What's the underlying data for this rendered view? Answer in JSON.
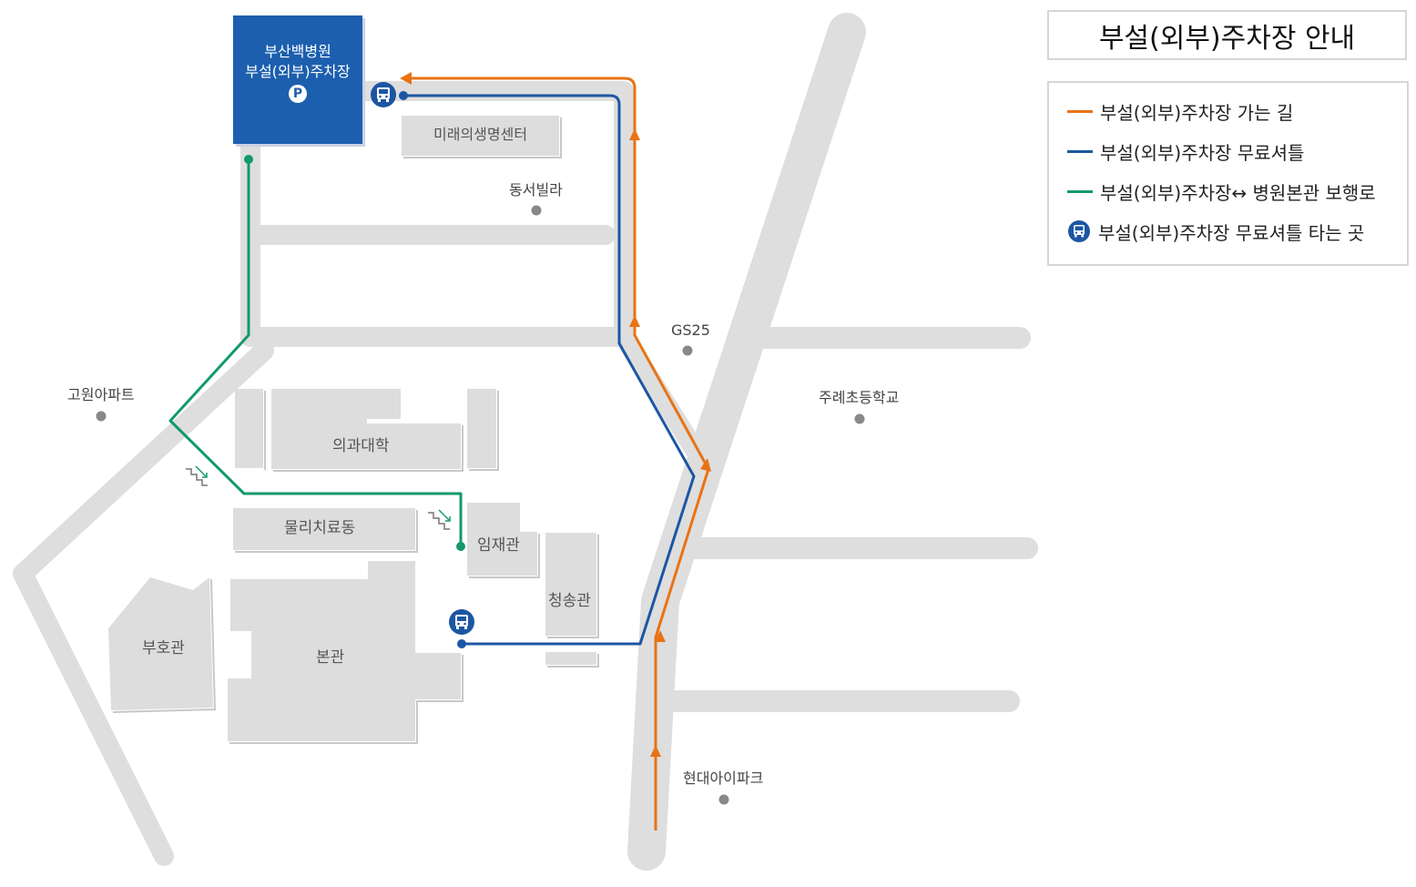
{
  "title": "부설(외부)주차장 안내",
  "legend": [
    {
      "type": "line",
      "color": "#e87315",
      "label": "부설(외부)주차장 가는 길"
    },
    {
      "type": "line",
      "color": "#1c56a3",
      "label": "부설(외부)주차장 무료셔틀"
    },
    {
      "type": "line",
      "color": "#12996a",
      "label": "부설(외부)주차장↔ 병원본관 보행로"
    },
    {
      "type": "bus",
      "color": "#1c56a3",
      "icon": "bus-icon",
      "label": "부설(외부)주차장 무료셔틀 타는 곳"
    }
  ],
  "parking": {
    "line1": "부산백병원",
    "line2": "부설(외부)주차장",
    "icon_label": "P"
  },
  "buildings": {
    "future_center": "미래의생명센터",
    "medical_college": "의과대학",
    "physio": "물리치료동",
    "imjae": "임재관",
    "cheongsong": "청송관",
    "buho": "부호관",
    "main": "본관"
  },
  "landmarks": {
    "dongseo_villa": "동서빌라",
    "gs25": "GS25",
    "gowon_apt": "고원아파트",
    "jurye_school": "주례초등학교",
    "hyundai_ipark": "현대아이파크"
  },
  "colors": {
    "route_orange": "#e87315",
    "shuttle_blue": "#1c56a3",
    "walk_green": "#12996a",
    "road": "#dedede",
    "building": "#dddddd",
    "parking_blue": "#1c5fae"
  }
}
